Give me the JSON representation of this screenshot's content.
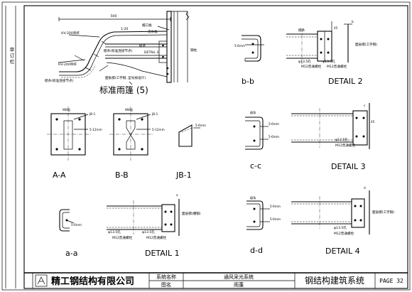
{
  "drawing_labels": {
    "dim_500": "500",
    "eave_board": "檐口板",
    "flashing": "泛水板",
    "hv200_top": "HV-200吊杆",
    "slope": "1:20",
    "purlin": "檩条",
    "purlin_hv": "檩条(标准连接节点)",
    "detail3_ref": "DETAIL 3",
    "column": "钢柱",
    "ceiling_purlin": "面板檩(工字钢, 型号按设计)",
    "purlin_std_node": "檩条(标准连接节点)",
    "hv200_low": "HV-200吊杆",
    "b_cap": "b-b",
    "bolt_spec": "5-6mm",
    "canopy_caption": "标准雨篷 (5)",
    "jb1": "JB-1",
    "spec_12": "5-12mm",
    "spec_6": "5-6mm",
    "wb": "WB板",
    "aa_cap": "A-A",
    "bb_cap": "B-B",
    "jb1_cap": "JB-1",
    "cc_cap": "c-c",
    "aa_small_cap": "a-a",
    "dd_cap": "d-d",
    "d1_cap": "DETAIL 1",
    "d2_cap": "DETAIL 2",
    "d3_cap": "DETAIL 3",
    "d4_cap": "DETAIL 4",
    "hole": "φ13.5孔",
    "m12": "M12普通螺栓",
    "purlin_c": "面层檩(槽钢)",
    "purlin_i": "面层檩(工字钢)",
    "dim_45": "45",
    "dim_a": "a",
    "dim_b": "b",
    "dim_c": "c",
    "dim_d": "d"
  },
  "title_block": {
    "company": "精工钢结构有限公司",
    "system_name_label": "系统名称",
    "system_name_value": "通风采光系统",
    "drawing_name_label": "图名",
    "drawing_name_value": "雨蓬",
    "system_title": "钢结构建筑系统",
    "page": "PAGE 32"
  },
  "side_note": "审 订 栏"
}
